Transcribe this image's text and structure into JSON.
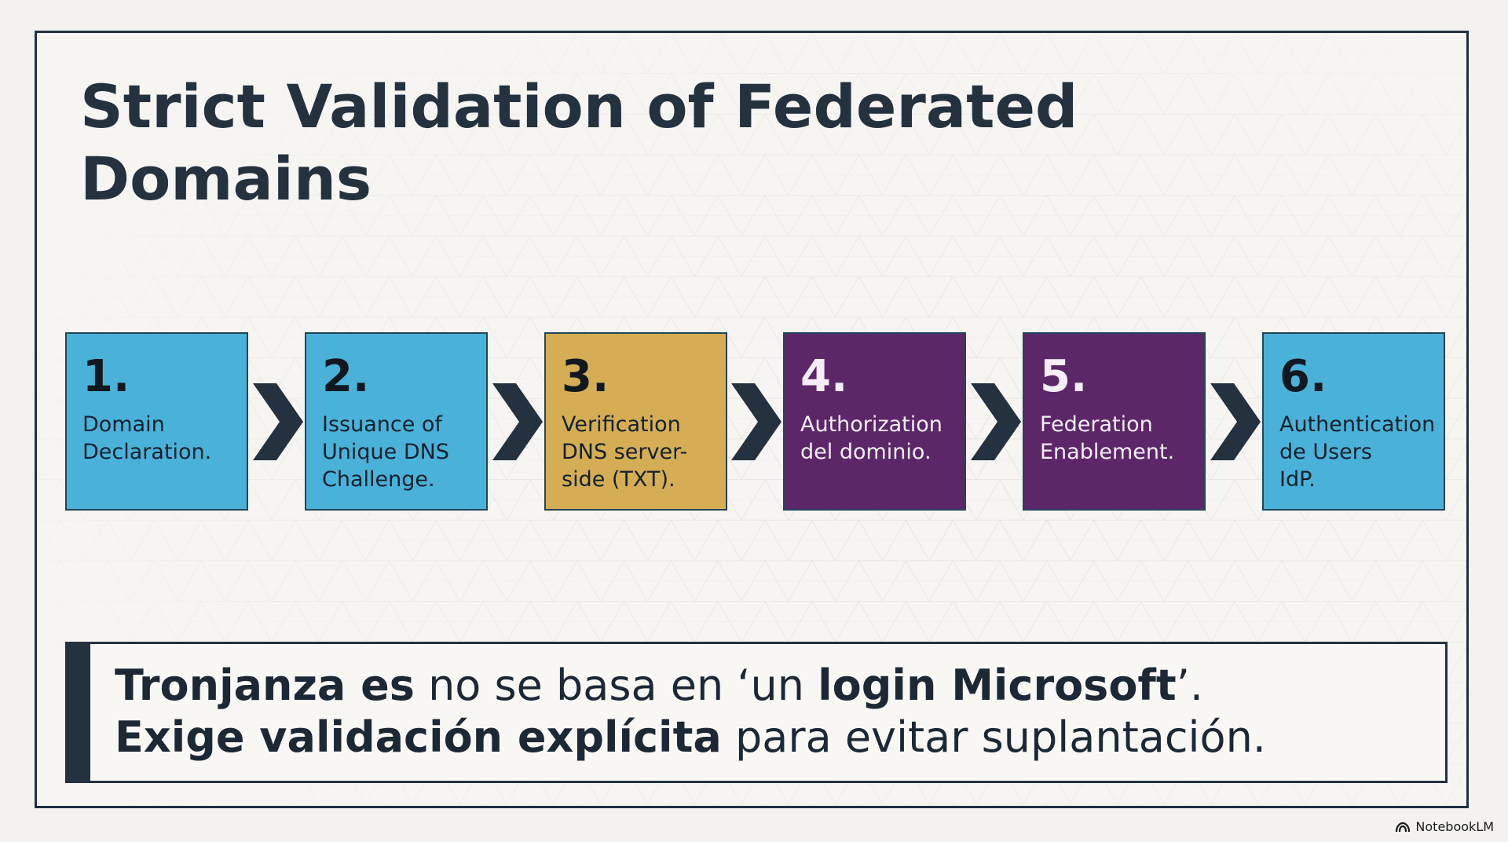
{
  "slide": {
    "title_line_1": "Strict Validation of Federated",
    "title_line_2": "Domains"
  },
  "colors": {
    "blue": "#4ab2d9",
    "gold": "#d4ad55",
    "purple": "#5c2769",
    "navy": "#24313f"
  },
  "steps": [
    {
      "number": "1.",
      "label": "Domain\nDeclaration.",
      "color": "blue"
    },
    {
      "number": "2.",
      "label": "Issuance of\nUnique DNS\nChallenge.",
      "color": "blue"
    },
    {
      "number": "3.",
      "label": "Verification\nDNS server-\nside (TXT).",
      "color": "gold"
    },
    {
      "number": "4.",
      "label": "Authorization\ndel dominio.",
      "color": "purple"
    },
    {
      "number": "5.",
      "label": "Federation\nEnablement.",
      "color": "purple"
    },
    {
      "number": "6.",
      "label": "Authentication\nde Users\nIdP.",
      "color": "blue"
    }
  ],
  "callout": {
    "line1_bold_1": "Tronjanza es",
    "line1_regular_1": " no se basa en ‘un ",
    "line1_bold_2": "login Microsoft",
    "line1_regular_2": "’.",
    "line2_bold_1": "Exige validación explícita",
    "line2_regular_1": " para evitar suplantación."
  },
  "watermark": {
    "text": "NotebookLM",
    "icon": "notebooklm-logo-icon"
  }
}
